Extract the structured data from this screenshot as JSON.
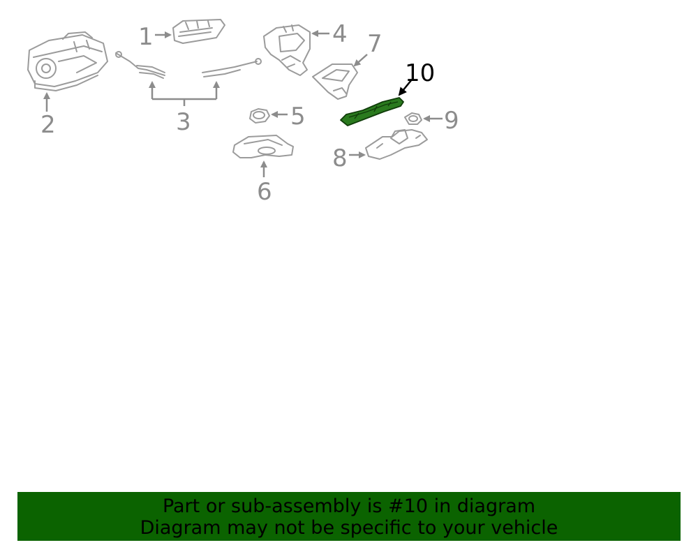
{
  "callouts": {
    "c1": "1",
    "c2": "2",
    "c3": "3",
    "c4": "4",
    "c5": "5",
    "c6": "6",
    "c7": "7",
    "c8": "8",
    "c9": "9",
    "c10": "10"
  },
  "highlight": {
    "part_number": "10",
    "color": "#2a7a1e",
    "banner_color": "#0b6300"
  },
  "banner": {
    "line1": "Part or sub-assembly is #10 in diagram",
    "line2": "Diagram may not be specific to your vehicle"
  }
}
